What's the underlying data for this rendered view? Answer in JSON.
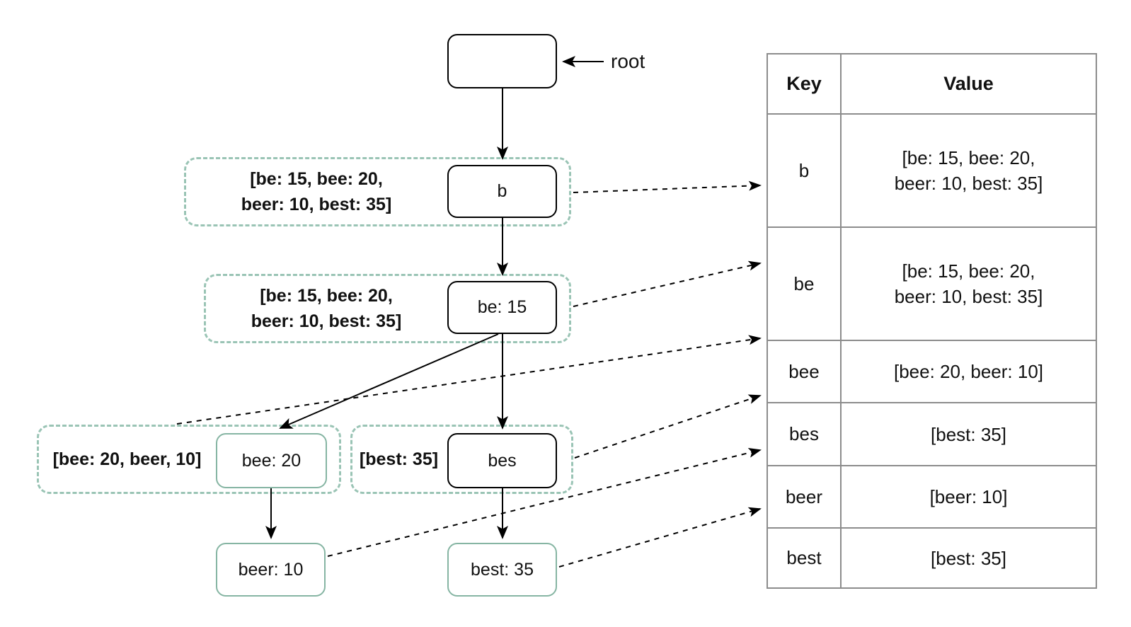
{
  "diagram": {
    "root_pointer_label": "root",
    "nodes": {
      "root": {
        "label": ""
      },
      "b": {
        "label": "b"
      },
      "be": {
        "label": "be: 15"
      },
      "bee": {
        "label": "bee: 20"
      },
      "bes": {
        "label": "bes"
      },
      "beer": {
        "label": "beer: 10"
      },
      "best": {
        "label": "best: 35"
      }
    },
    "annotations": {
      "b": "[be: 15, bee: 20,\nbeer: 10, best: 35]",
      "be": "[be: 15, bee: 20,\nbeer: 10, best: 35]",
      "bee": "[bee: 20, beer, 10]",
      "bes": "[best: 35]"
    },
    "colors": {
      "annotation_dash": "#9ac4b5",
      "teal_node_border": "#86b5a3",
      "edge_black": "#000000",
      "table_border": "#8c8c8c"
    }
  },
  "table": {
    "headers": {
      "key": "Key",
      "value": "Value"
    },
    "rows": [
      {
        "key": "b",
        "value": "[be: 15, bee: 20,\nbeer: 10, best: 35]"
      },
      {
        "key": "be",
        "value": "[be: 15, bee: 20,\nbeer: 10, best: 35]"
      },
      {
        "key": "bee",
        "value": "[bee: 20, beer: 10]"
      },
      {
        "key": "bes",
        "value": "[best: 35]"
      },
      {
        "key": "beer",
        "value": "[beer: 10]"
      },
      {
        "key": "best",
        "value": "[best: 35]"
      }
    ]
  }
}
